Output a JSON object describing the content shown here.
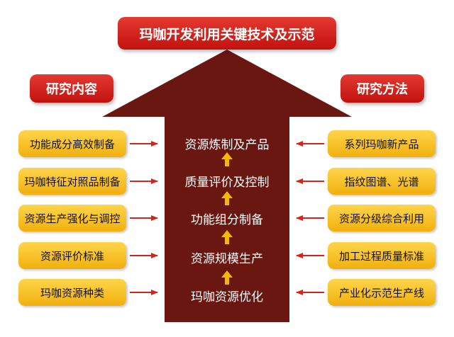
{
  "title": "玛咖开发利用关键技术及示范",
  "left_header": "研究内容",
  "right_header": "研究方法",
  "stages": [
    "资源炼制及产品",
    "质量评价及控制",
    "功能组分制备",
    "资源规模生产",
    "玛咖资源优化"
  ],
  "research_contents": [
    "功能成分高效制备",
    "玛咖特征对照品制备",
    "资源生产强化与调控",
    "资源评价标准",
    "玛咖资源种类"
  ],
  "research_methods": [
    "系列玛咖新产品",
    "指纹图谱、光谱",
    "资源分级综合利用",
    "加工过程质量标准",
    "产业化示范生产线"
  ],
  "colors": {
    "arrow_body": "#6b1711",
    "box_red": "#d4231c",
    "box_yellow": "#f8c52c",
    "connector_arrow": "#d8231b",
    "flow_arrow": "#f5b800"
  }
}
